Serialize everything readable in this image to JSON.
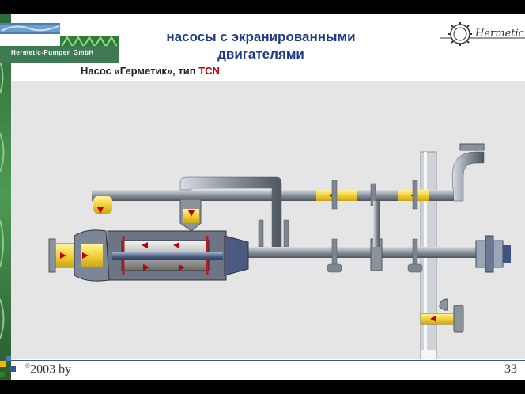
{
  "company": "Hermetic-Pumpen GmbH",
  "logo_text": "Hermetic",
  "title": "насосы с экранированными двигателями",
  "subtitle_prefix": "Насос «Герметик», тип ",
  "subtitle_type": "TCN",
  "footer": {
    "copyright_symbol": "©",
    "copyright_text": "2003 by",
    "page_number": "33"
  },
  "colors": {
    "title": "#1e3a8a",
    "accent": "#c00000",
    "brand_green": "#3f7a55",
    "pipe_highlight": "#f2d13a"
  }
}
